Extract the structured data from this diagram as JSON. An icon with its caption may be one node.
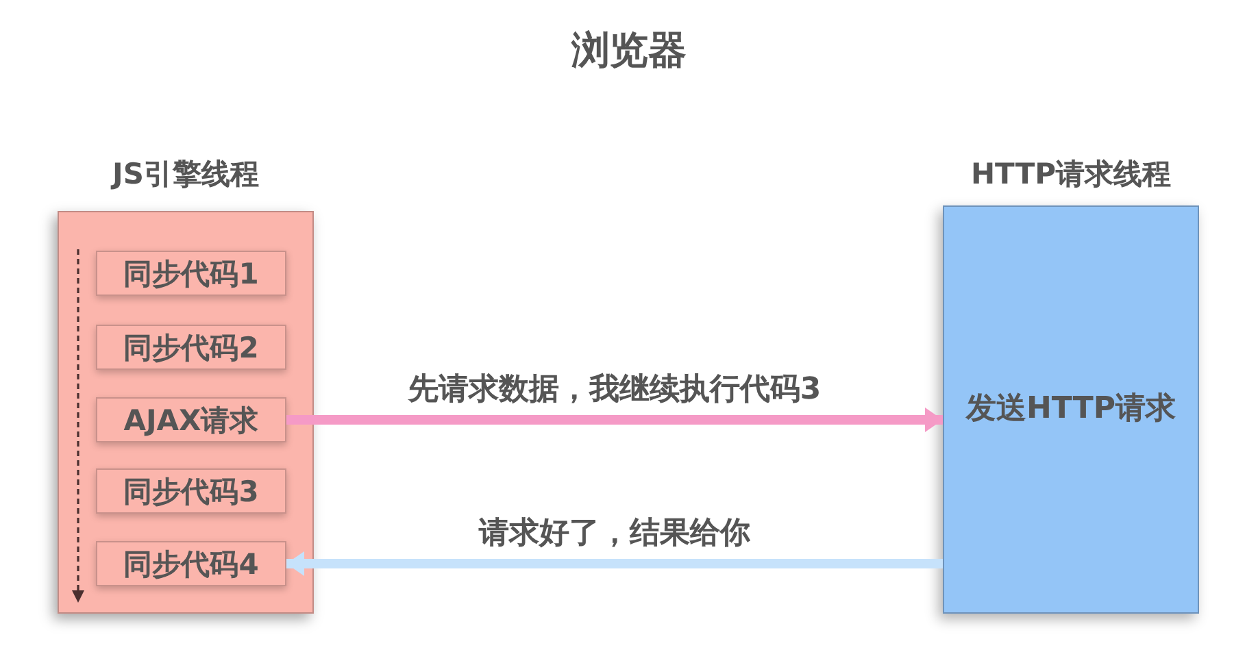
{
  "diagram": {
    "title": "浏览器",
    "nodes": [
      {
        "text": [
          "JS引擎线程"
        ]
      },
      {
        "text": [
          "同步代码1"
        ],
        "in": 0
      },
      {
        "text": [
          "同步代码2"
        ],
        "in": 0
      },
      {
        "text": [
          "AJAX请求"
        ],
        "in": 0
      },
      {
        "text": [
          "同步代码3"
        ],
        "in": 0
      },
      {
        "text": [
          "同步代码4"
        ],
        "in": 0
      },
      {
        "text": [
          "HTTP请求线程",
          "发送HTTP请求"
        ]
      }
    ],
    "edges": [
      {
        "from": 3,
        "to": 6,
        "arrow": "to",
        "label": "先请求数据，我继续执行代码3",
        "color": "#f59ac6"
      },
      {
        "from": 6,
        "to": 5,
        "arrow": "to",
        "label": "请求好了，结果给你",
        "color": "#c6e2fb"
      }
    ]
  }
}
